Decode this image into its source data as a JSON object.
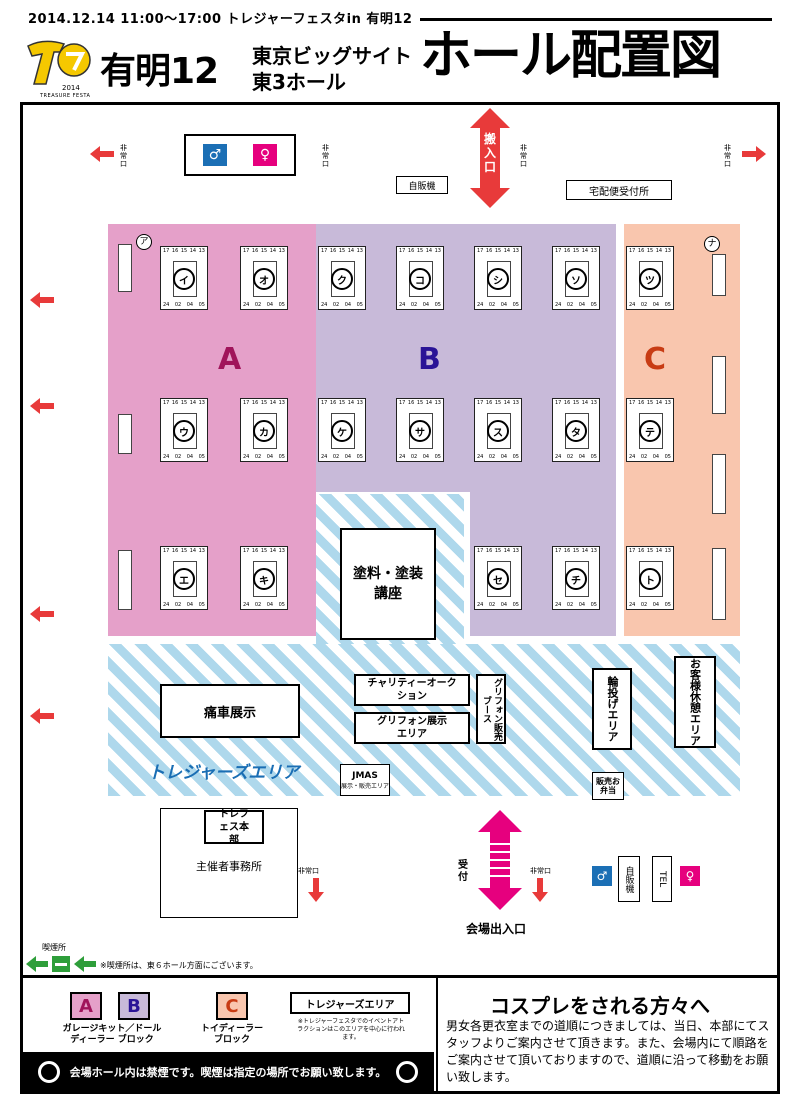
{
  "header": {
    "date_line": "2014.12.14 11:00〜17:00 トレジャーフェスタin 有明12",
    "logo_year": "2014",
    "logo_sub": "TREASURE FESTA",
    "event": "有明12",
    "venue_line1": "東京ビッグサイト",
    "venue_line2": "東3ホール",
    "title": "ホール配置図"
  },
  "colors": {
    "zone_a": "#e5a0c9",
    "zone_b": "#c8bad9",
    "zone_c": "#f9c6ae",
    "treasure_area": "#aed8ec",
    "zone_a_label": "#a0145a",
    "zone_b_label": "#2a1496",
    "zone_c_label": "#c83c14",
    "treasure_label": "#1a6eb4",
    "exit_arrow": "#e83a3a",
    "main_entrance_arrow": "#e6007e",
    "smoking_arrow": "#2e9e3a"
  },
  "map": {
    "zone_labels": {
      "a": "A",
      "b": "B",
      "c": "C"
    },
    "small_marks": {
      "a": "ア",
      "na": "ナ"
    },
    "booths": [
      {
        "id": "イ"
      },
      {
        "id": "オ"
      },
      {
        "id": "ク"
      },
      {
        "id": "コ"
      },
      {
        "id": "シ"
      },
      {
        "id": "ソ"
      },
      {
        "id": "ツ"
      },
      {
        "id": "ウ"
      },
      {
        "id": "カ"
      },
      {
        "id": "ケ"
      },
      {
        "id": "サ"
      },
      {
        "id": "ス"
      },
      {
        "id": "タ"
      },
      {
        "id": "テ"
      },
      {
        "id": "エ"
      },
      {
        "id": "キ"
      },
      {
        "id": "セ"
      },
      {
        "id": "チ"
      },
      {
        "id": "ト"
      }
    ],
    "booth_numbers_top": [
      "17",
      "16",
      "15",
      "14",
      "13"
    ],
    "booth_numbers_bottom": [
      "24",
      "02",
      "04",
      "05"
    ],
    "carry_in": "搬入口",
    "vending": "自販機",
    "delivery": "宅配便受付所",
    "emergency_exit": "非常口",
    "paint_seminar": "塗料・塗装講座",
    "itasha": "痛車展示",
    "charity": "チャリティーオークション",
    "griffon_display": "グリフォン展示エリア",
    "griffon_booth": "グリフォン販売ブース",
    "throw_area": "輪投げエリア",
    "rest_area": "お客様休憩エリア",
    "treasure_area": "トレジャーズエリア",
    "jmas": "JMAS",
    "jmas_sub": "展示・販売エリア",
    "bento": "販売お弁当",
    "hq": "トレフェス本部",
    "office": "主催者事務所",
    "reception": "受付",
    "entrance": "会場出入口",
    "vending2": "自販機",
    "tel": "TEL",
    "smoking_label": "喫煙所",
    "smoking_note": "※喫煙所は、東６ホール方面にございます。"
  },
  "legend": {
    "a": "A",
    "b": "B",
    "ab_caption": "ガレージキット／ドールディーラー ブロック",
    "c": "C",
    "c_caption": "トイディーラーブロック",
    "treasure": "トレジャーズエリア",
    "treasure_note": "※トレジャーフェスタでのイベントアトラクションはこのエリアを中心に行われます。",
    "no_smoking": "会場ホール内は禁煙です。喫煙は指定の場所でお願い致します。",
    "cosplay_title": "コスプレをされる方々へ",
    "cosplay_body": "男女各更衣室までの道順につきましては、当日、本部にてスタッフよりご案内させて頂きます。また、会場内にて順路をご案内させて頂いておりますので、道順に沿って移動をお願い致します。"
  }
}
